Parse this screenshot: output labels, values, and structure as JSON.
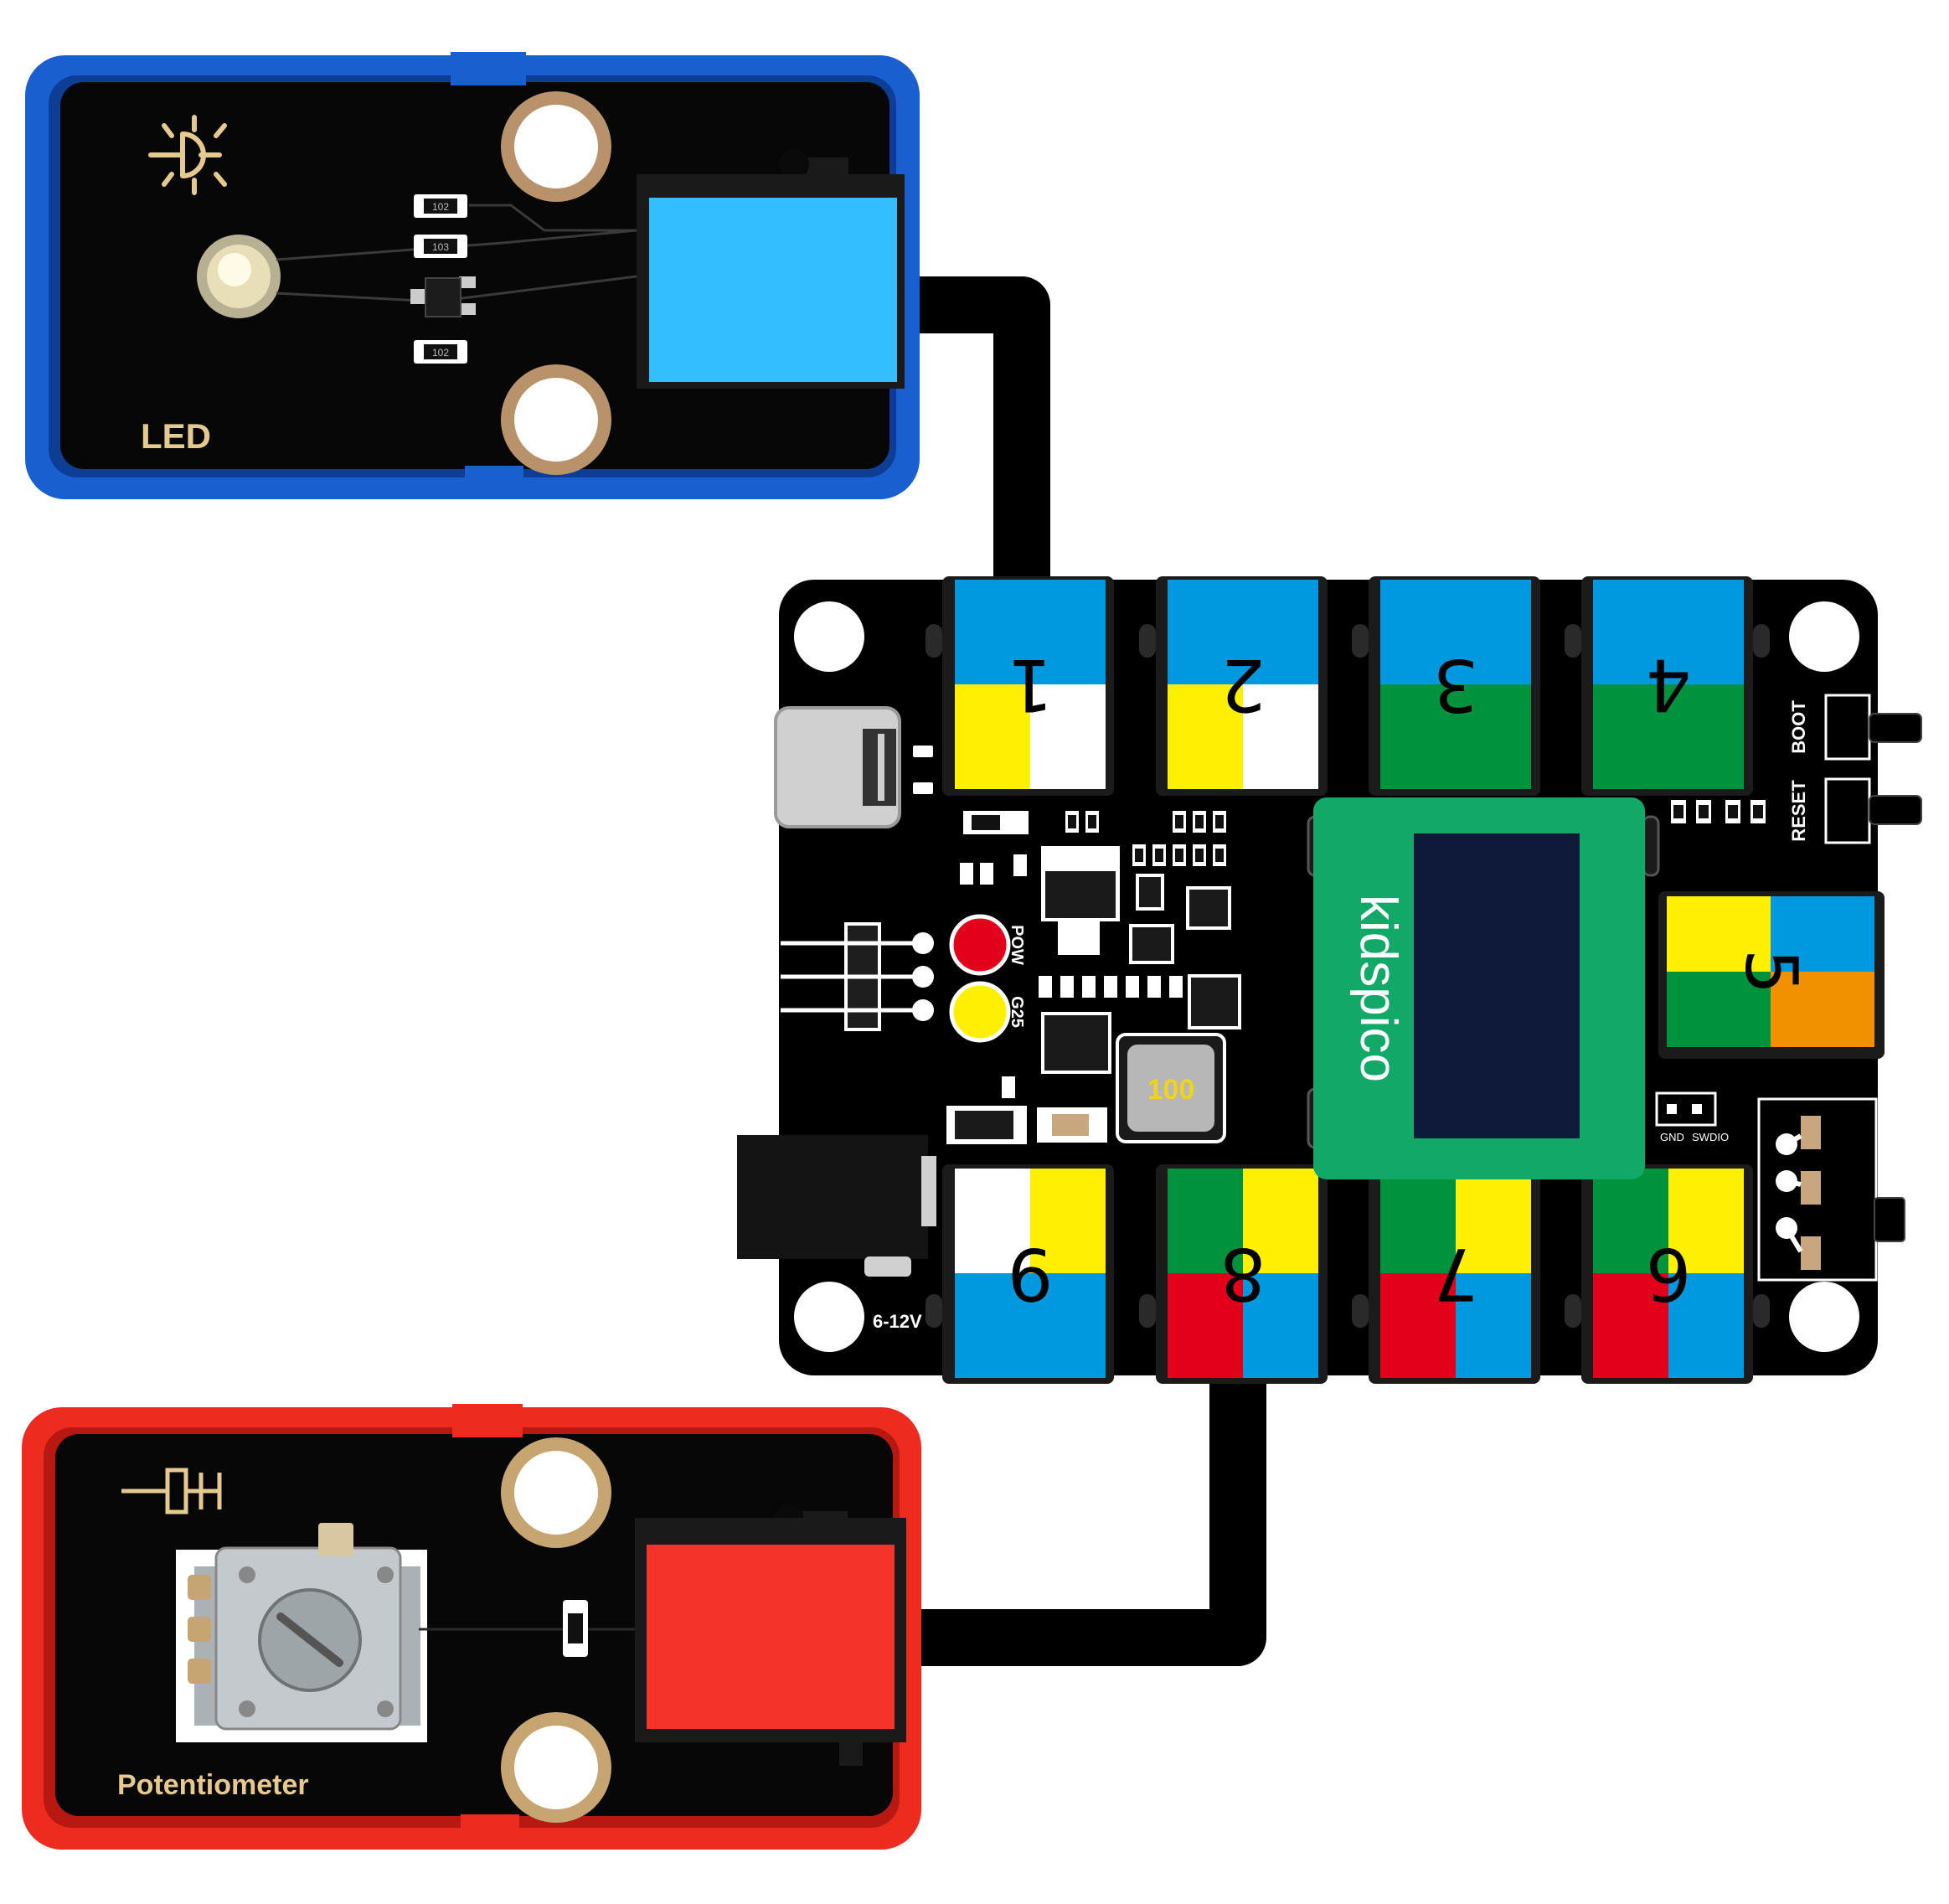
{
  "led_module": {
    "label": "LED",
    "resistor_codes": [
      "102",
      "103"
    ],
    "accent_color": "#1a5fd0",
    "plug_color": "#33bfff"
  },
  "potentiometer_module": {
    "label": "Potentiometer",
    "accent_color": "#ee2b1f",
    "plug_color": "#f4342a"
  },
  "main_board": {
    "logo_text": "kidspico",
    "inductor_value": "100",
    "pow_label": "POW",
    "g25_label": "G25",
    "boot_label": "BOOT",
    "reset_label": "RESET",
    "gnd_label": "GND",
    "swdio_label": "SWDIO",
    "voltage_label": "6-12V",
    "ports": [
      {
        "number": "1",
        "colors": [
          "#0099e0",
          "#ffef00",
          "#ffffff"
        ]
      },
      {
        "number": "2",
        "colors": [
          "#0099e0",
          "#ffef00",
          "#ffffff"
        ]
      },
      {
        "number": "3",
        "colors": [
          "#0099e0",
          "#00923c",
          "#00923c"
        ]
      },
      {
        "number": "4",
        "colors": [
          "#0099e0",
          "#00923c",
          "#00923c"
        ]
      },
      {
        "number": "5",
        "colors": [
          "#ffef00",
          "#0099e0",
          "#00923c",
          "#f29100"
        ]
      },
      {
        "number": "6",
        "colors": [
          "#00923c",
          "#ffef00",
          "#e2001a",
          "#0099e0"
        ]
      },
      {
        "number": "7",
        "colors": [
          "#00923c",
          "#ffef00",
          "#e2001a",
          "#0099e0"
        ]
      },
      {
        "number": "8",
        "colors": [
          "#00923c",
          "#ffef00",
          "#e2001a",
          "#0099e0"
        ]
      },
      {
        "number": "9",
        "colors": [
          "#ffffff",
          "#ffef00",
          "#0099e0",
          "#0099e0"
        ]
      }
    ]
  },
  "connections": [
    {
      "from": "LED",
      "to_port": "1"
    },
    {
      "from": "Potentiometer",
      "to_port": "8"
    }
  ]
}
